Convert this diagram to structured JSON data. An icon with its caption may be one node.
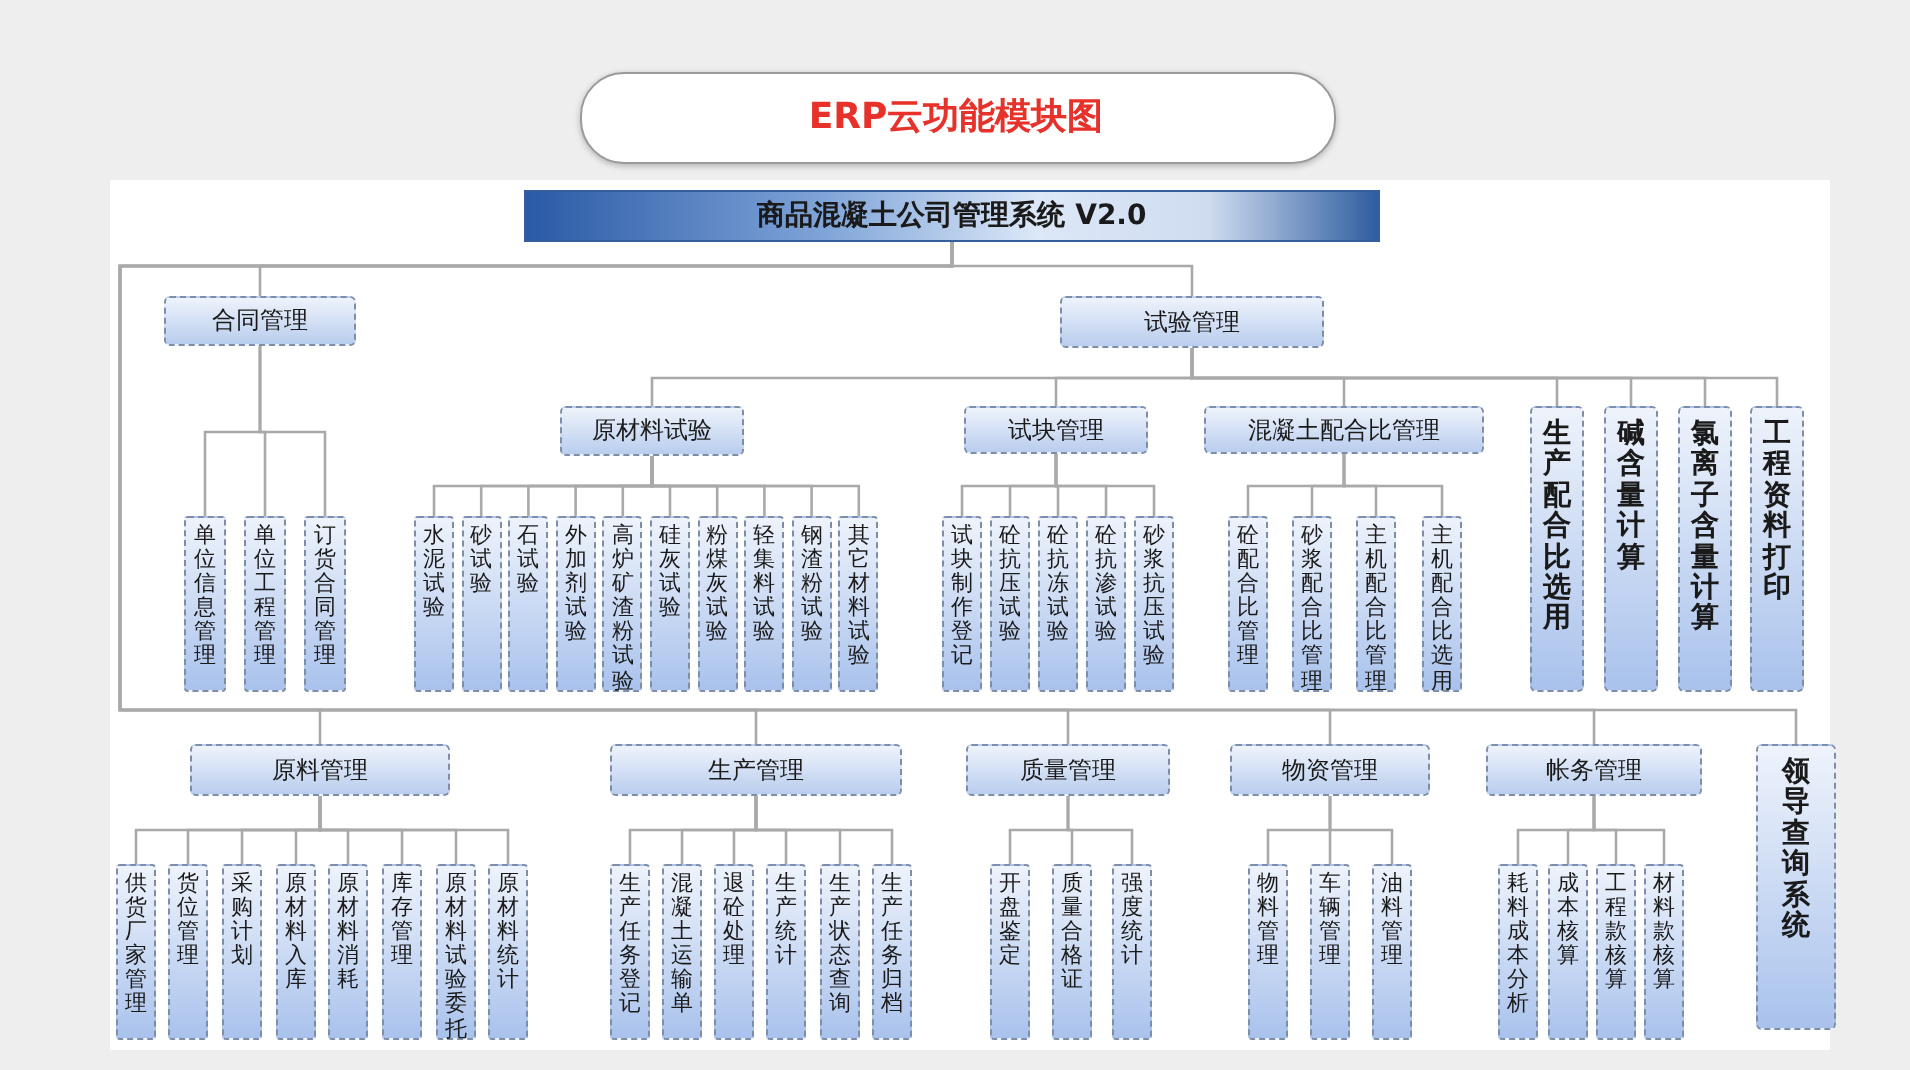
{
  "diagram": {
    "title": "ERP云功能模块图",
    "nodes": [
      {
        "text": [
          "商品混凝土公司管理系统 V2.0"
        ]
      },
      {
        "text": [
          "合同管理"
        ]
      },
      {
        "text": [
          "单位信息管理"
        ]
      },
      {
        "text": [
          "单位工程管理"
        ]
      },
      {
        "text": [
          "订货合同管理"
        ]
      },
      {
        "text": [
          "试验管理"
        ]
      },
      {
        "text": [
          "原材料试验"
        ]
      },
      {
        "text": [
          "水泥试验"
        ]
      },
      {
        "text": [
          "砂试验"
        ]
      },
      {
        "text": [
          "石试验"
        ]
      },
      {
        "text": [
          "外加剂试验"
        ]
      },
      {
        "text": [
          "高炉矿渣粉试验"
        ]
      },
      {
        "text": [
          "硅灰试验"
        ]
      },
      {
        "text": [
          "粉煤灰试验"
        ]
      },
      {
        "text": [
          "轻集料试验"
        ]
      },
      {
        "text": [
          "钢渣粉试验"
        ]
      },
      {
        "text": [
          "其它材料试验"
        ]
      },
      {
        "text": [
          "试块管理"
        ]
      },
      {
        "text": [
          "试块制作登记"
        ]
      },
      {
        "text": [
          "砼抗压试验"
        ]
      },
      {
        "text": [
          "砼抗冻试验"
        ]
      },
      {
        "text": [
          "砼抗渗试验"
        ]
      },
      {
        "text": [
          "砂浆抗压试验"
        ]
      },
      {
        "text": [
          "混凝土配合比管理"
        ]
      },
      {
        "text": [
          "砼配合比管理"
        ]
      },
      {
        "text": [
          "砂浆配合比管理"
        ]
      },
      {
        "text": [
          "主机配合比管理"
        ]
      },
      {
        "text": [
          "主机配合比选用"
        ]
      },
      {
        "text": [
          "生产配合比选用"
        ]
      },
      {
        "text": [
          "碱含量计算"
        ]
      },
      {
        "text": [
          "氯离子含量计算"
        ]
      },
      {
        "text": [
          "工程资料打印"
        ]
      },
      {
        "text": [
          "原料管理"
        ]
      },
      {
        "text": [
          "供货厂家管理"
        ]
      },
      {
        "text": [
          "货位管理"
        ]
      },
      {
        "text": [
          "采购计划"
        ]
      },
      {
        "text": [
          "原材料入库"
        ]
      },
      {
        "text": [
          "原材料消耗"
        ]
      },
      {
        "text": [
          "库存管理"
        ]
      },
      {
        "text": [
          "原材料试验委托"
        ]
      },
      {
        "text": [
          "原材料统计"
        ]
      },
      {
        "text": [
          "生产管理"
        ]
      },
      {
        "text": [
          "生产任务登记"
        ]
      },
      {
        "text": [
          "混凝土运输单"
        ]
      },
      {
        "text": [
          "退砼处理"
        ]
      },
      {
        "text": [
          "生产统计"
        ]
      },
      {
        "text": [
          "生产状态查询"
        ]
      },
      {
        "text": [
          "生产任务归档"
        ]
      },
      {
        "text": [
          "质量管理"
        ]
      },
      {
        "text": [
          "开盘鉴定"
        ]
      },
      {
        "text": [
          "质量合格证"
        ]
      },
      {
        "text": [
          "强度统计"
        ]
      },
      {
        "text": [
          "物资管理"
        ]
      },
      {
        "text": [
          "物料管理"
        ]
      },
      {
        "text": [
          "车辆管理"
        ]
      },
      {
        "text": [
          "油料管理"
        ]
      },
      {
        "text": [
          "帐务管理"
        ]
      },
      {
        "text": [
          "耗料成本分析"
        ]
      },
      {
        "text": [
          "成本核算"
        ]
      },
      {
        "text": [
          "工程款核算"
        ]
      },
      {
        "text": [
          "材料款核算"
        ]
      },
      {
        "text": [
          "领导查询系统"
        ]
      }
    ],
    "edges": [
      {
        "from": 0,
        "to": 1,
        "arrow": "none"
      },
      {
        "from": 1,
        "to": 2,
        "arrow": "none"
      },
      {
        "from": 1,
        "to": 3,
        "arrow": "none"
      },
      {
        "from": 1,
        "to": 4,
        "arrow": "none"
      },
      {
        "from": 0,
        "to": 5,
        "arrow": "none"
      },
      {
        "from": 5,
        "to": 6,
        "arrow": "none"
      },
      {
        "from": 6,
        "to": 7,
        "arrow": "none"
      },
      {
        "from": 6,
        "to": 8,
        "arrow": "none"
      },
      {
        "from": 6,
        "to": 9,
        "arrow": "none"
      },
      {
        "from": 6,
        "to": 10,
        "arrow": "none"
      },
      {
        "from": 6,
        "to": 11,
        "arrow": "none"
      },
      {
        "from": 6,
        "to": 12,
        "arrow": "none"
      },
      {
        "from": 6,
        "to": 13,
        "arrow": "none"
      },
      {
        "from": 6,
        "to": 14,
        "arrow": "none"
      },
      {
        "from": 6,
        "to": 15,
        "arrow": "none"
      },
      {
        "from": 6,
        "to": 16,
        "arrow": "none"
      },
      {
        "from": 5,
        "to": 17,
        "arrow": "none"
      },
      {
        "from": 17,
        "to": 18,
        "arrow": "none"
      },
      {
        "from": 17,
        "to": 19,
        "arrow": "none"
      },
      {
        "from": 17,
        "to": 20,
        "arrow": "none"
      },
      {
        "from": 17,
        "to": 21,
        "arrow": "none"
      },
      {
        "from": 17,
        "to": 22,
        "arrow": "none"
      },
      {
        "from": 5,
        "to": 23,
        "arrow": "none"
      },
      {
        "from": 23,
        "to": 24,
        "arrow": "none"
      },
      {
        "from": 23,
        "to": 25,
        "arrow": "none"
      },
      {
        "from": 23,
        "to": 26,
        "arrow": "none"
      },
      {
        "from": 23,
        "to": 27,
        "arrow": "none"
      },
      {
        "from": 5,
        "to": 28,
        "arrow": "none"
      },
      {
        "from": 5,
        "to": 29,
        "arrow": "none"
      },
      {
        "from": 5,
        "to": 30,
        "arrow": "none"
      },
      {
        "from": 5,
        "to": 31,
        "arrow": "none"
      },
      {
        "from": 0,
        "to": 32,
        "arrow": "none"
      },
      {
        "from": 32,
        "to": 33,
        "arrow": "none"
      },
      {
        "from": 32,
        "to": 34,
        "arrow": "none"
      },
      {
        "from": 32,
        "to": 35,
        "arrow": "none"
      },
      {
        "from": 32,
        "to": 36,
        "arrow": "none"
      },
      {
        "from": 32,
        "to": 37,
        "arrow": "none"
      },
      {
        "from": 32,
        "to": 38,
        "arrow": "none"
      },
      {
        "from": 32,
        "to": 39,
        "arrow": "none"
      },
      {
        "from": 32,
        "to": 40,
        "arrow": "none"
      },
      {
        "from": 0,
        "to": 41,
        "arrow": "none"
      },
      {
        "from": 41,
        "to": 42,
        "arrow": "none"
      },
      {
        "from": 41,
        "to": 43,
        "arrow": "none"
      },
      {
        "from": 41,
        "to": 44,
        "arrow": "none"
      },
      {
        "from": 41,
        "to": 45,
        "arrow": "none"
      },
      {
        "from": 41,
        "to": 46,
        "arrow": "none"
      },
      {
        "from": 41,
        "to": 47,
        "arrow": "none"
      },
      {
        "from": 0,
        "to": 48,
        "arrow": "none"
      },
      {
        "from": 48,
        "to": 49,
        "arrow": "none"
      },
      {
        "from": 48,
        "to": 50,
        "arrow": "none"
      },
      {
        "from": 48,
        "to": 51,
        "arrow": "none"
      },
      {
        "from": 0,
        "to": 52,
        "arrow": "none"
      },
      {
        "from": 52,
        "to": 53,
        "arrow": "none"
      },
      {
        "from": 52,
        "to": 54,
        "arrow": "none"
      },
      {
        "from": 52,
        "to": 55,
        "arrow": "none"
      },
      {
        "from": 0,
        "to": 56,
        "arrow": "none"
      },
      {
        "from": 56,
        "to": 57,
        "arrow": "none"
      },
      {
        "from": 56,
        "to": 58,
        "arrow": "none"
      },
      {
        "from": 56,
        "to": 59,
        "arrow": "none"
      },
      {
        "from": 56,
        "to": 60,
        "arrow": "none"
      },
      {
        "from": 0,
        "to": 61,
        "arrow": "none"
      }
    ]
  }
}
